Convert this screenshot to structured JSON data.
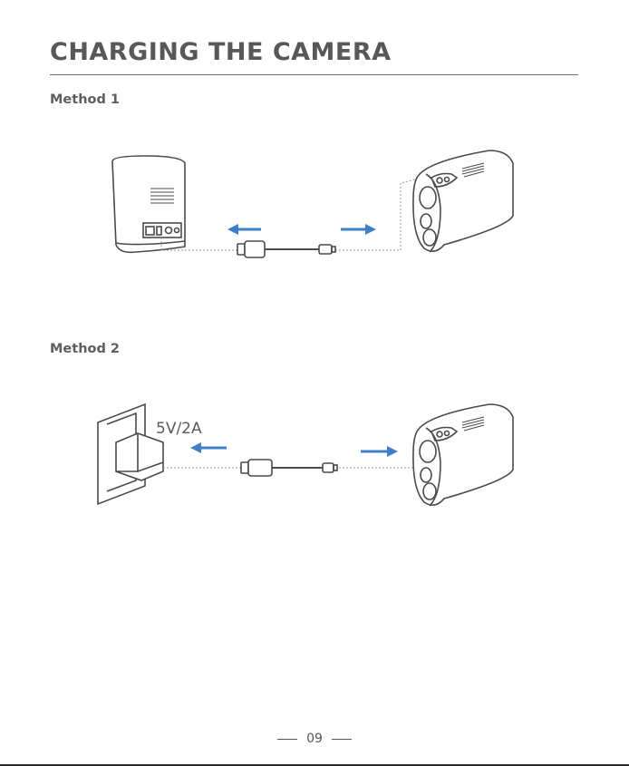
{
  "page": {
    "title": "CHARGING THE CAMERA",
    "page_number": "09"
  },
  "methods": [
    {
      "label": "Method 1"
    },
    {
      "label": "Method 2",
      "power_spec": "5V/2A"
    }
  ],
  "colors": {
    "arrow": "#3f7ec8",
    "line_art": "#4a4a4a",
    "text": "#5a5a5a"
  },
  "icons": [
    "base-station-icon",
    "usb-cable-icon",
    "camera-icon",
    "wall-adapter-icon",
    "arrow-left-icon",
    "arrow-right-icon"
  ]
}
